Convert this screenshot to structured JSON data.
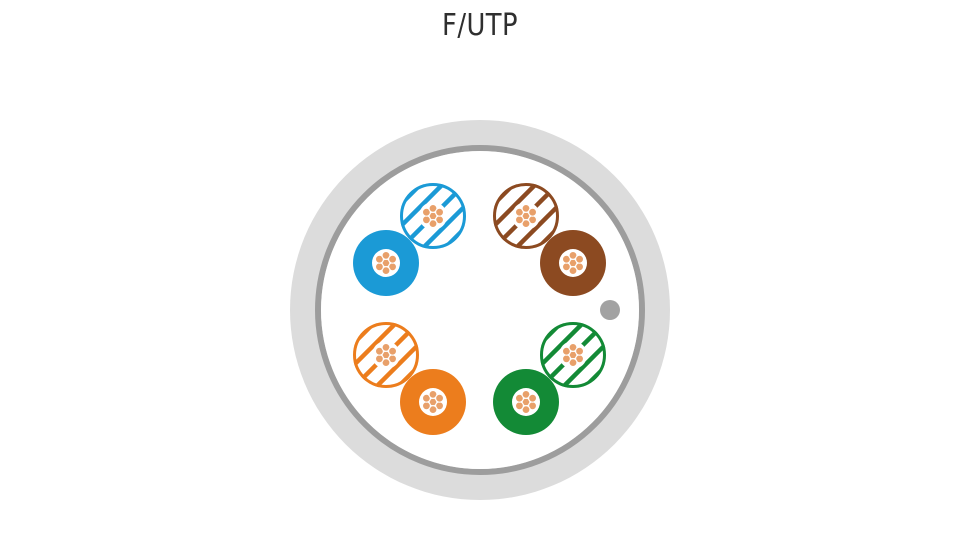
{
  "title": "F/UTP",
  "colors": {
    "jacket": "#dcdcdc",
    "foil_shield": "#9d9d9d",
    "drain_wire": "#a2a2a2",
    "core_fill": "#ffffff",
    "conductor_strand": "#e8a06a",
    "conductor_edge": "#ffffff",
    "blue": "#1b9ad6",
    "brown": "#8c4a21",
    "orange": "#ec7d1d",
    "green": "#138a36"
  },
  "pairs": [
    {
      "name": "blue",
      "wires": [
        {
          "color": "blue",
          "pattern": "striped"
        },
        {
          "color": "blue",
          "pattern": "solid"
        }
      ]
    },
    {
      "name": "brown",
      "wires": [
        {
          "color": "brown",
          "pattern": "striped"
        },
        {
          "color": "brown",
          "pattern": "solid"
        }
      ]
    },
    {
      "name": "orange",
      "wires": [
        {
          "color": "orange",
          "pattern": "striped"
        },
        {
          "color": "orange",
          "pattern": "solid"
        }
      ]
    },
    {
      "name": "green",
      "wires": [
        {
          "color": "green",
          "pattern": "striped"
        },
        {
          "color": "green",
          "pattern": "solid"
        }
      ]
    }
  ]
}
